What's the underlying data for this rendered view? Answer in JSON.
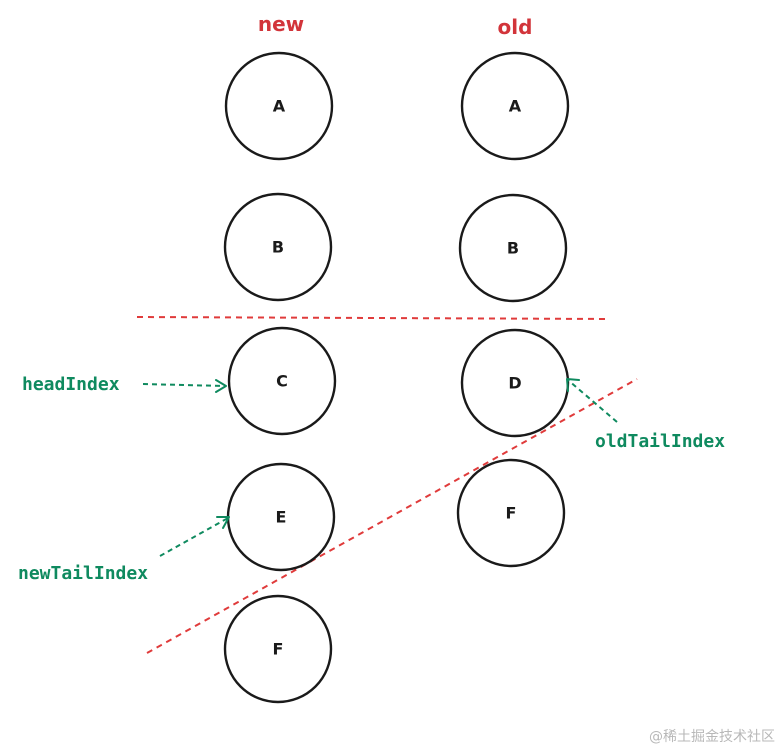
{
  "columns": {
    "new": {
      "title": "new",
      "nodes": [
        "A",
        "B",
        "C",
        "E",
        "F"
      ]
    },
    "old": {
      "title": "old",
      "nodes": [
        "A",
        "B",
        "D",
        "F"
      ]
    }
  },
  "pointers": {
    "headIndex": "headIndex",
    "newTailIndex": "newTailIndex",
    "oldTailIndex": "oldTailIndex"
  },
  "colors": {
    "title": "#d2343a",
    "pointer": "#0f8a5f",
    "divider": "#e03b3b",
    "node_stroke": "#1a1a1a"
  },
  "watermark": "@稀土掘金技术社区"
}
